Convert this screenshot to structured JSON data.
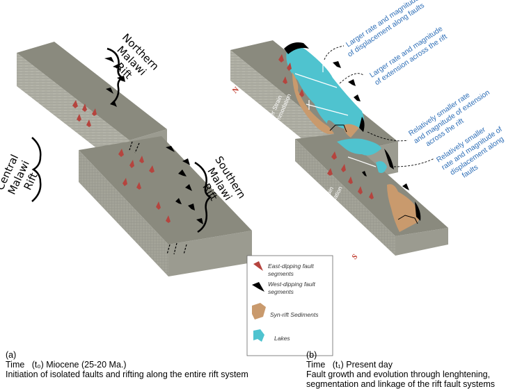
{
  "panel_a": {
    "rift_labels": {
      "northern": [
        "Northern",
        "Malawi",
        "Rift"
      ],
      "central": [
        "Central",
        "Malawi",
        "Rift"
      ],
      "southern": [
        "Southern",
        "Malawi",
        "Rift"
      ]
    },
    "caption": {
      "letter": "(a)",
      "time_prefix": "Time",
      "time_symbol": "(t₀)",
      "time_value": "Miocene (25-20 Ma.)",
      "description": "Initiation of isolated faults and rifting along the entire rift system"
    }
  },
  "panel_b": {
    "block_labels": {
      "north": [
        "Faster Strain",
        "Accommodation"
      ],
      "south": [
        "Slower Strain",
        "Accommodation"
      ]
    },
    "direction_labels": {
      "north": "N",
      "south": "S"
    },
    "annotations": [
      [
        "Larger rate and magnitude",
        "of displacement along faults"
      ],
      [
        "Larger rate and magnitude",
        "of extension across the rift"
      ],
      [
        "Relatively smaller rate",
        "and magnitude of extension",
        "across the rift"
      ],
      [
        "Relatively smaller",
        "rate and magnitude of",
        "displacement along",
        "faults"
      ]
    ],
    "caption": {
      "letter": "(b)",
      "time_prefix": "Time",
      "time_symbol": "(t₁)",
      "time_value": "Present day",
      "description_lines": [
        "Fault growth and evolution through lenghtening,",
        "segmentation and linkage of the rift fault systems"
      ]
    }
  },
  "legend": {
    "items": [
      {
        "icon": "east-dipping-fault-icon",
        "label_lines": [
          "East-dipping fault",
          "segments"
        ],
        "color": "#b5443e"
      },
      {
        "icon": "west-dipping-fault-icon",
        "label_lines": [
          "West-dipping fault",
          "segments"
        ],
        "color": "#000000"
      },
      {
        "icon": "syn-rift-sediments-icon",
        "label_lines": [
          "Syn-rift Sediments"
        ],
        "color": "#c99a6d"
      },
      {
        "icon": "lakes-icon",
        "label_lines": [
          "Lakes"
        ],
        "color": "#4fc3cf"
      }
    ]
  },
  "colors": {
    "block_top": "#8a8a7e",
    "block_side": "#aeaea3",
    "block_front": "#9b9b90",
    "annotation_text": "#2f6fb7",
    "direction_marker": "#c0392b"
  }
}
